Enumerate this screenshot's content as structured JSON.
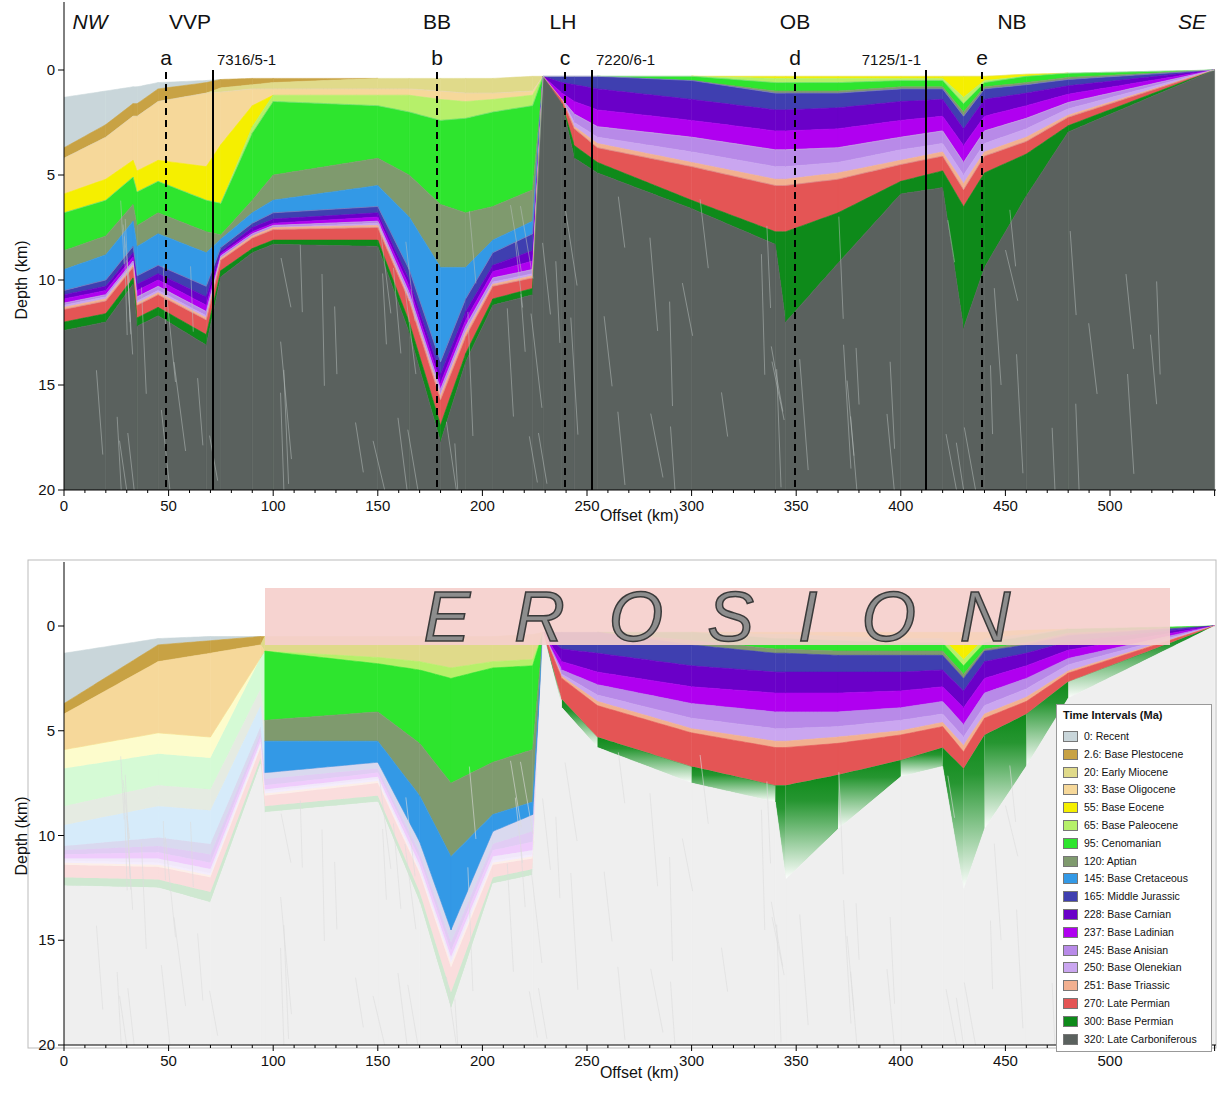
{
  "diagram": {
    "labels": [
      "NW",
      "VVP",
      "BB",
      "LH",
      "OB",
      "NB",
      "SE",
      "a",
      "7316/5-1",
      "b",
      "c",
      "7220/6-1",
      "d",
      "7125/1-1",
      "e",
      "0",
      "5",
      "10",
      "15",
      "20",
      "Depth (km)",
      "0",
      "50",
      "100",
      "150",
      "200",
      "250",
      "300",
      "350",
      "400",
      "450",
      "500",
      "Offset (km)",
      "EROSION",
      "0",
      "5",
      "10",
      "15",
      "20",
      "Depth (km)",
      "0",
      "50",
      "100",
      "150",
      "200",
      "250",
      "300",
      "350",
      "400",
      "450",
      "500",
      "Offset (km)",
      "Time Intervals (Ma)"
    ],
    "legend": [
      {
        "text": "0: Recent",
        "color": "#c9d6da"
      },
      {
        "text": "2.6: Base Plestocene",
        "color": "#c8a244"
      },
      {
        "text": "20: Early Miocene",
        "color": "#e0da8a"
      },
      {
        "text": "33: Base Oligocene",
        "color": "#f6d89a"
      },
      {
        "text": "55: Base Eocene",
        "color": "#f5ef00"
      },
      {
        "text": "65: Base Paleocene",
        "color": "#b6f06a"
      },
      {
        "text": "95: Cenomanian",
        "color": "#2ee52e"
      },
      {
        "text": "120: Aptian",
        "color": "#7f9a6e"
      },
      {
        "text": "145: Base Cretaceous",
        "color": "#3399e6"
      },
      {
        "text": "165: Middle Jurassic",
        "color": "#3f3fb0"
      },
      {
        "text": "228: Base Carnian",
        "color": "#6a00c8"
      },
      {
        "text": "237: Base Ladinian",
        "color": "#b000f0"
      },
      {
        "text": "245: Base Anisian",
        "color": "#b88ae8"
      },
      {
        "text": "250: Base Olenekian",
        "color": "#caa6f0"
      },
      {
        "text": "251: Base Triassic",
        "color": "#f2b090"
      },
      {
        "text": "270: Late Permian",
        "color": "#e45555"
      },
      {
        "text": "300: Base Permian",
        "color": "#0e8a1a"
      },
      {
        "text": "320: Late Carboniferous",
        "color": "#5a615e"
      }
    ]
  }
}
